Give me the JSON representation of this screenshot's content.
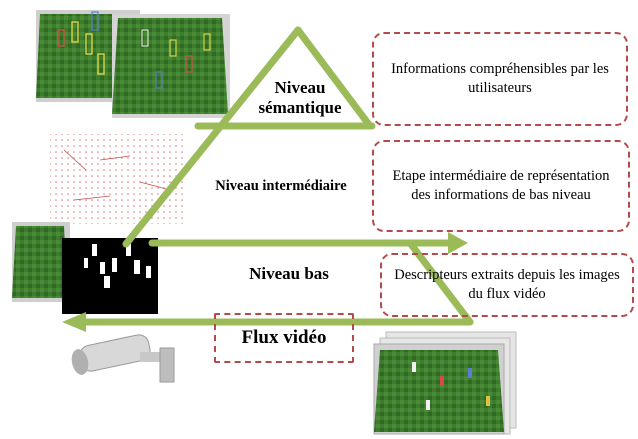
{
  "pyramid": {
    "levels": {
      "semantic": {
        "label": "Niveau sémantique",
        "description": "Informations compréhensibles par les utilisateurs"
      },
      "intermediate": {
        "label": "Niveau intermédiaire",
        "description": "Etape intermédiaire de représentation des informations de bas niveau"
      },
      "low": {
        "label": "Niveau bas",
        "description": "Descripteurs extraits depuis les images du flux vidéo"
      },
      "source": {
        "label": "Flux vidéo"
      }
    }
  },
  "colors": {
    "arrow_green": "#9bbb59",
    "note_border": "#b54a4e",
    "grass": "#3f7f2e",
    "crowd_box": "#f5e14a"
  },
  "icons": {
    "camera": "surveillance-camera-icon",
    "thumbnails": [
      "crowd-detection-image",
      "feature-grid-image",
      "foreground-mask-image",
      "video-frames-stack"
    ]
  }
}
